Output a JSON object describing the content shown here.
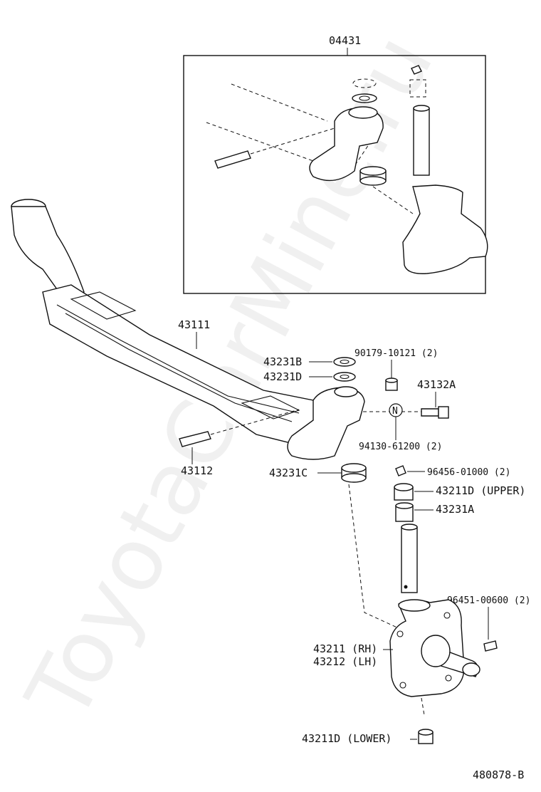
{
  "diagram": {
    "inset_code": "04431",
    "watermark": "ToyotaCarMine.ru",
    "figure_code": "480878-B",
    "parts": {
      "axle_beam": "43111",
      "kingpin_pin": "43112",
      "bearing_cap_b": "43231B",
      "bearing_d": "43231D",
      "bearing_c": "43231C",
      "nut": "90179-10121 (2)",
      "bolt": "43132A",
      "washer": "94130-61200 (2)",
      "grease_fitting": "96456-01000 (2)",
      "bushing_upper": "43211D (UPPER)",
      "bushing_a": "43231A",
      "knuckle_bolt": "96451-00600 (2)",
      "knuckle_rh": "43211 (RH)",
      "knuckle_lh": "43212 (LH)",
      "bushing_lower": "43211D (LOWER)",
      "washer_symbol": "N"
    }
  }
}
